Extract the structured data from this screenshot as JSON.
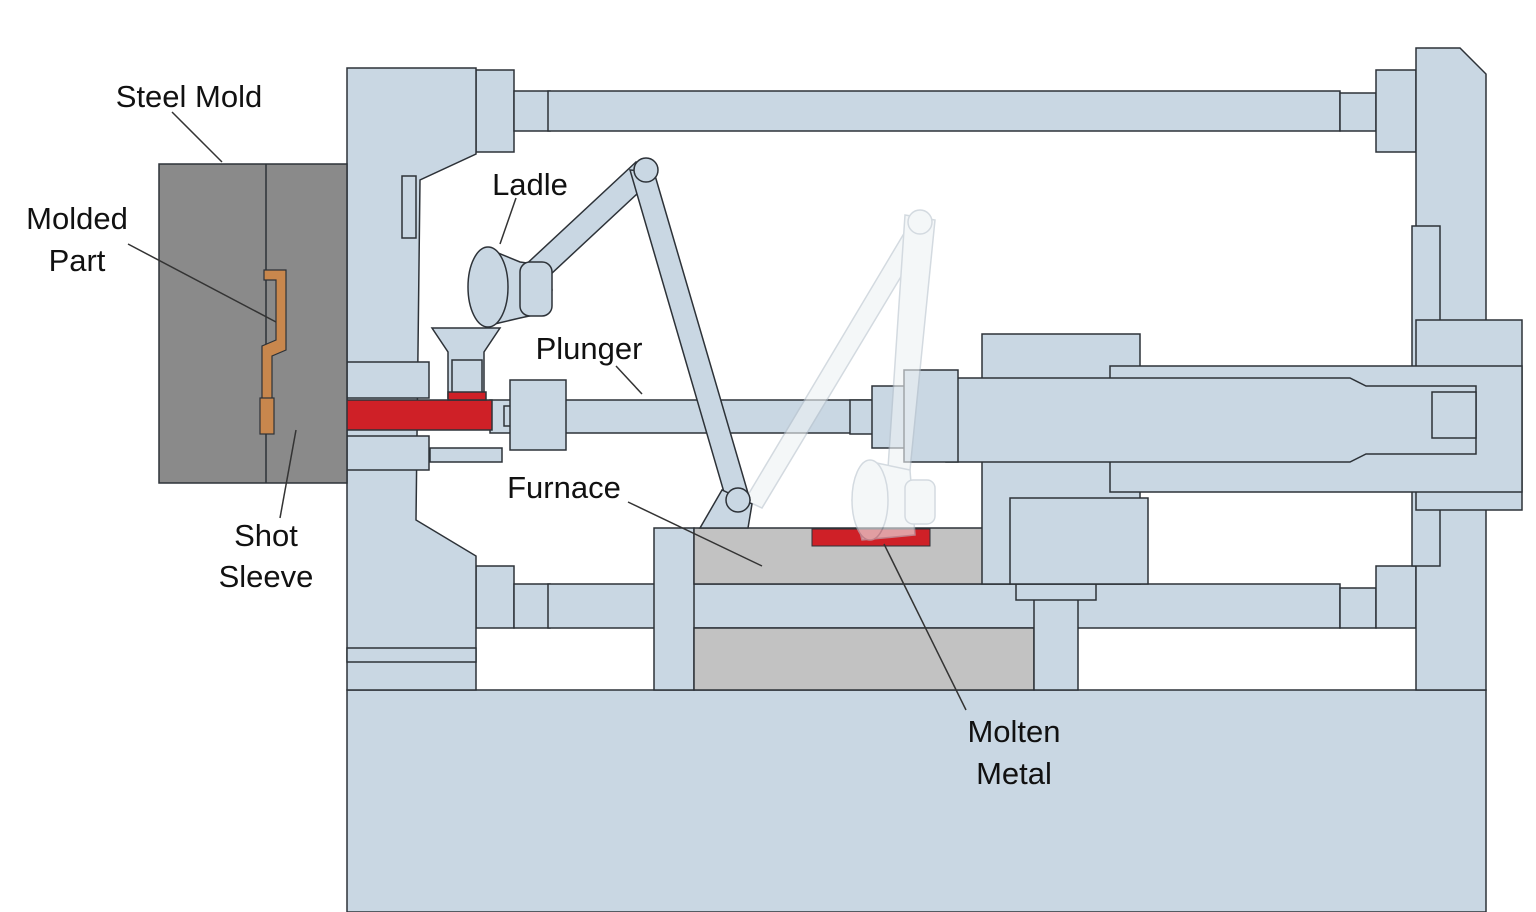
{
  "labels": {
    "steel_mold": "Steel Mold",
    "molded_part_1": "Molded",
    "molded_part_2": "Part",
    "ladle": "Ladle",
    "plunger": "Plunger",
    "furnace": "Furnace",
    "shot_sleeve_1": "Shot",
    "shot_sleeve_2": "Sleeve",
    "molten_metal_1": "Molten",
    "molten_metal_2": "Metal"
  },
  "colors": {
    "machine_body": "#c9d7e3",
    "outline": "#2d3238",
    "steel_mold": "#8a8a8a",
    "furnace": "#c2c2c2",
    "molten_metal": "#cf2027",
    "molded_part": "#c8874d",
    "leader_line": "#333333",
    "ghost_ladle": "#d9e1e8"
  }
}
